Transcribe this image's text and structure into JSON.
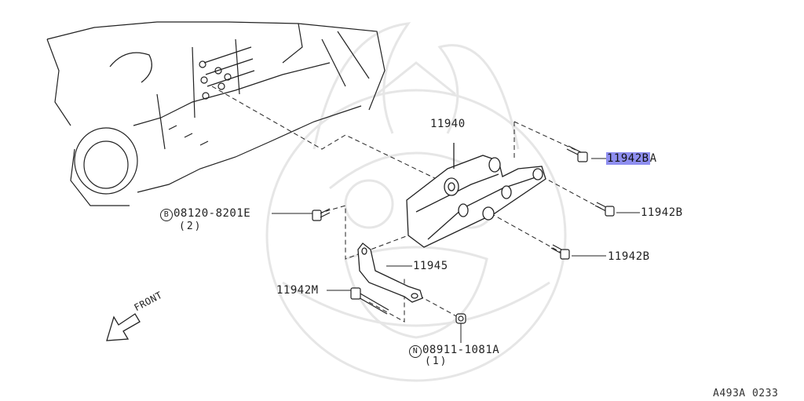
{
  "parts": {
    "bracket": "11940",
    "bolt_highlighted": "11942B",
    "bolt_highlighted_suffix": "A",
    "bolt_right_1": "11942B",
    "bolt_right_2": "11942B",
    "bolt_b_prefix": "B",
    "bolt_b": "08120-8201E",
    "bolt_b_qty": "(2)",
    "stay": "11945",
    "stud": "11942M",
    "nut_prefix": "N",
    "nut": "08911-1081A",
    "nut_qty": "(1)"
  },
  "front_label": "FRONT",
  "reference": "A493A 0233",
  "colors": {
    "highlight": "#8e8ef0",
    "line": "#222222",
    "watermark": "#e9e9e9"
  }
}
